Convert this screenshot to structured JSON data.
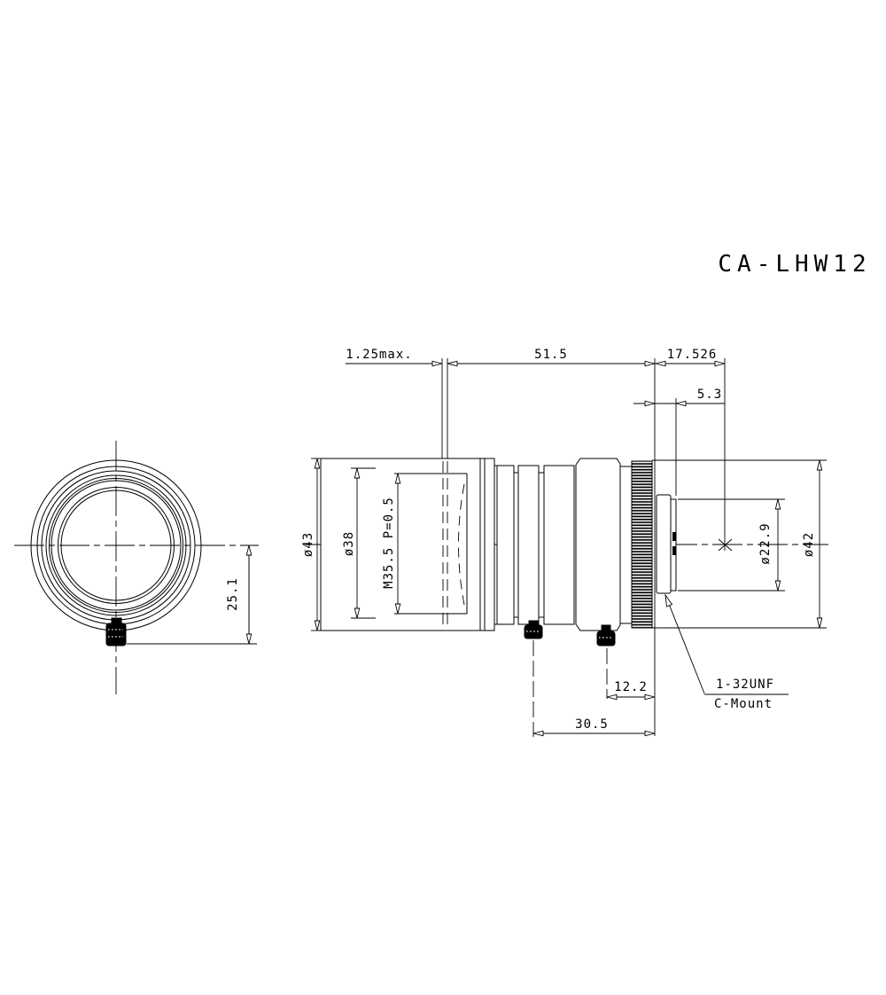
{
  "title": "CA-LHW12",
  "dimensions": {
    "front_clearance": "1.25max.",
    "barrel_length": "51.5",
    "flange_focal_distance": "17.526",
    "thread_engagement": "5.3",
    "outer_diameter": "ø43",
    "ring_diameter": "ø38",
    "filter_thread": "M35.5 P=0.5",
    "rear_aperture": "ø22.9",
    "knurl_diameter": "ø42",
    "screw_center_offset": "25.1",
    "screw2_to_flange": "12.2",
    "screw1_to_flange": "30.5"
  },
  "mount": {
    "thread_spec": "1-32UNF",
    "mount_type": "C-Mount"
  }
}
